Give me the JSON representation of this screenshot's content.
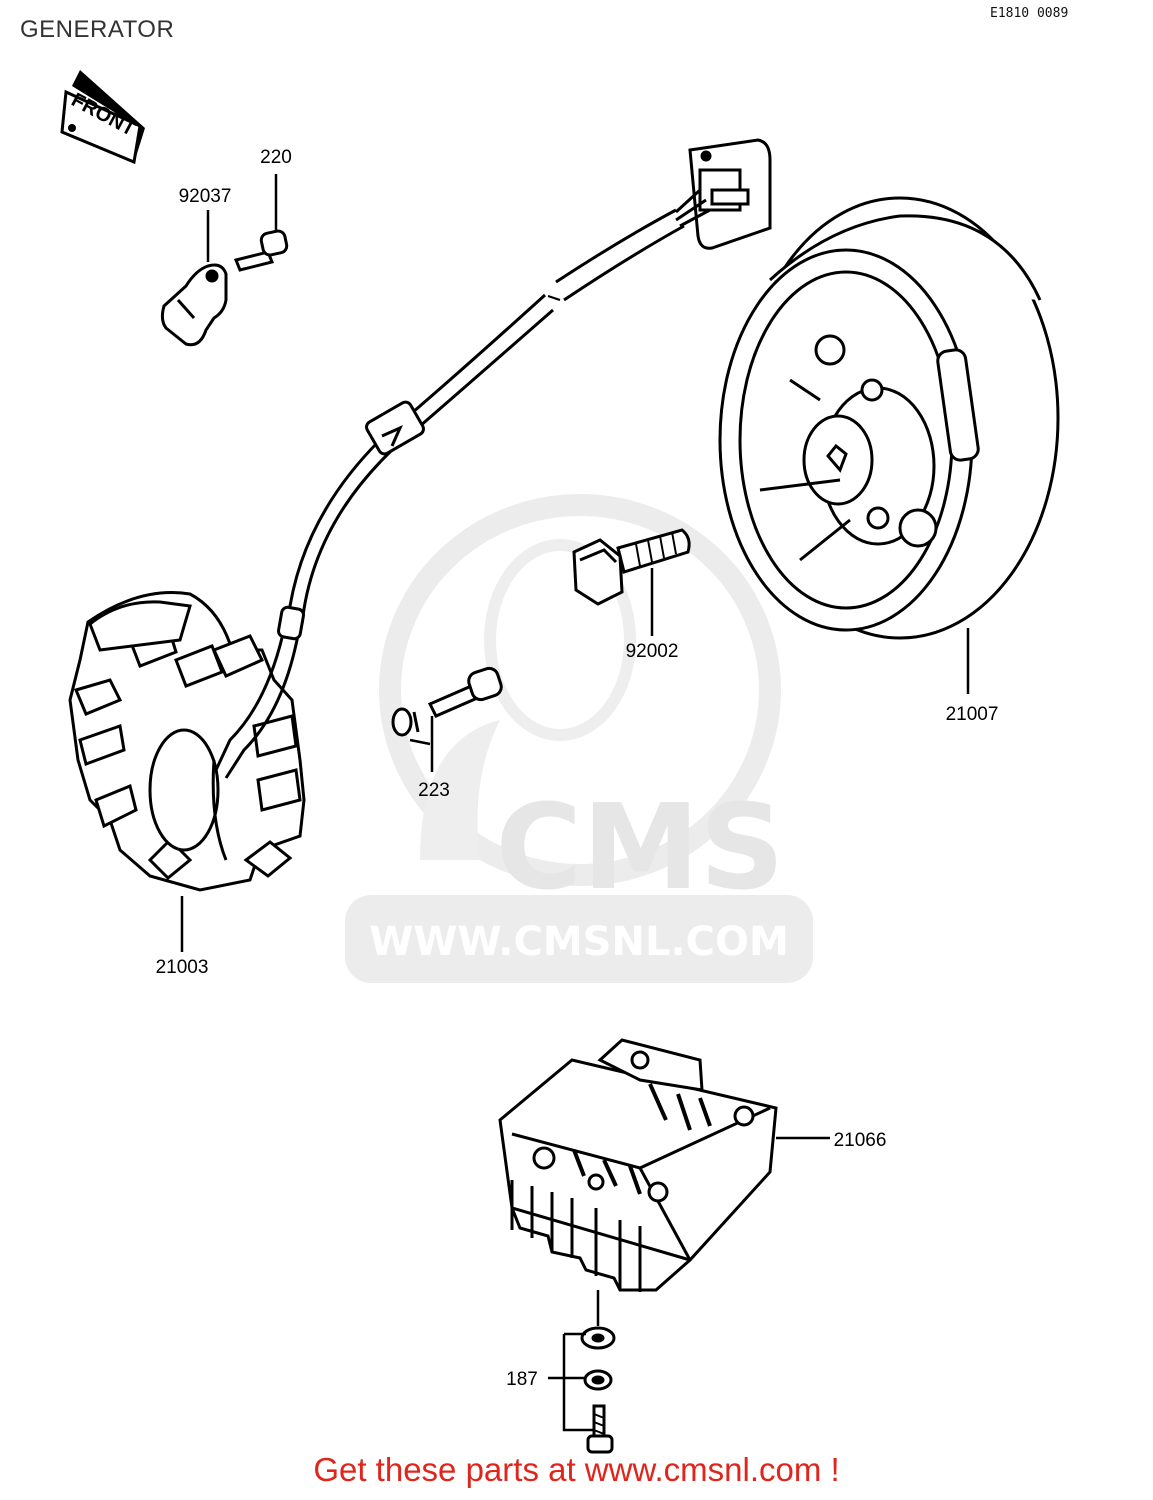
{
  "header": {
    "title": "GENERATOR",
    "diagram_code": "E1810 0089"
  },
  "orientation_label": "FRONT",
  "parts": [
    {
      "number": "92037"
    },
    {
      "number": "220"
    },
    {
      "number": "92002"
    },
    {
      "number": "21007"
    },
    {
      "number": "223"
    },
    {
      "number": "21003"
    },
    {
      "number": "21066"
    },
    {
      "number": "187"
    }
  ],
  "watermark": {
    "brand": "CMS",
    "url": "WWW.CMSNL.COM"
  },
  "footer": {
    "cta": "Get these parts at www.cmsnl.com !"
  },
  "colors": {
    "line": "#000000",
    "watermark": "#e6e6e6",
    "cta": "#e0261c"
  }
}
